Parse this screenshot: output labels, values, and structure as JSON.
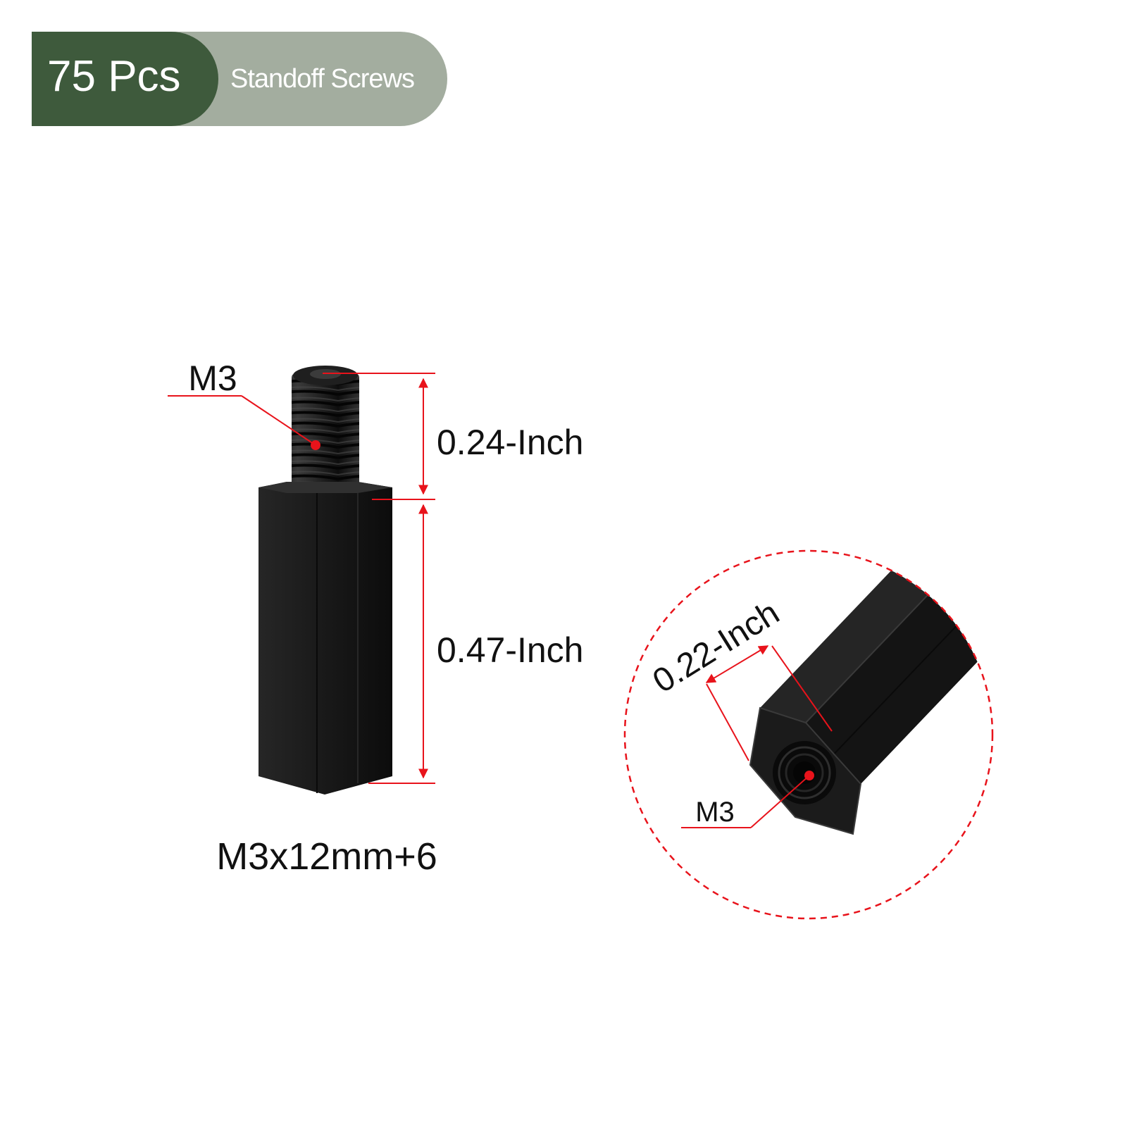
{
  "badge": {
    "count": "75 Pcs",
    "label": "Standoff Screws",
    "colors": {
      "dark": "#3e5a3c",
      "light": "#a3ad9f"
    }
  },
  "side_view": {
    "thread_label": "M3",
    "thread_length": "0.24-Inch",
    "body_length": "0.47-Inch",
    "size_caption": "M3x12mm+6"
  },
  "end_view": {
    "hex_width": "0.22-Inch",
    "thread_label": "M3"
  },
  "colors": {
    "annotation": "#e8131b",
    "part": "#141414"
  }
}
